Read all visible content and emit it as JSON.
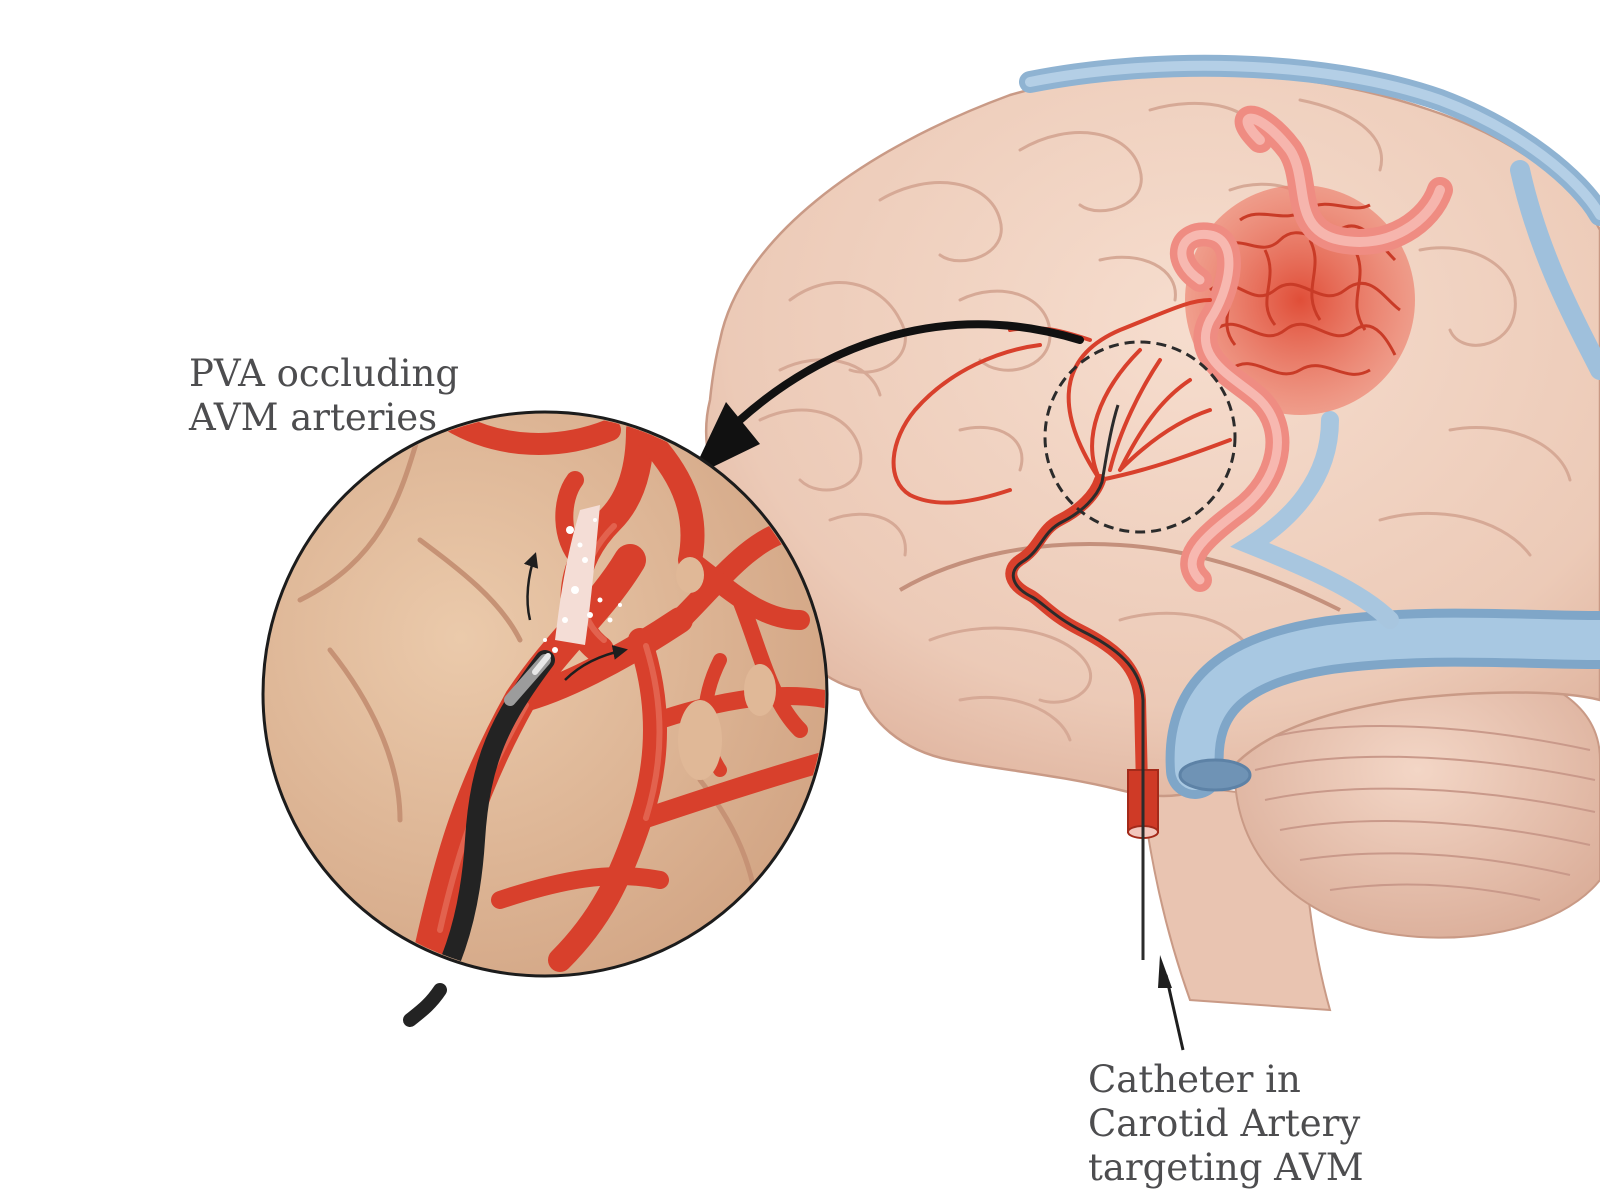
{
  "labels": {
    "pva": {
      "line1": "PVA occluding",
      "line2": "AVM arteries"
    },
    "catheter": {
      "line1": "Catheter in",
      "line2": "Carotid Artery",
      "line3": "targeting AVM"
    }
  },
  "colors": {
    "brain": "#f1d3c2",
    "brain_shadow": "#e2b8a5",
    "artery": "#d8402c",
    "artery_light": "#e86b5c",
    "vein": "#9fc0dc",
    "vein_dark": "#7fa6c8",
    "inset_bg": "#e3bf9f",
    "catheter": "#2b2b2b",
    "embolic": "#f8e8e4",
    "label_text": "#4d4d4f"
  },
  "icons": {
    "zoom_arrow": "curved-arrow-icon",
    "flow_arrow": "flow-arrow-icon",
    "pointer_arrow": "pointer-arrow-icon"
  }
}
